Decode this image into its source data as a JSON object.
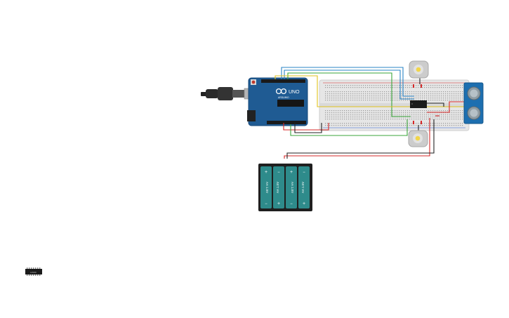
{
  "workspace": {
    "arduino": {
      "logo": "UNO",
      "brand": "ARDUINO"
    },
    "battery_pack": {
      "cell_labels": [
        "AA 1.5V",
        "AA 1.5V",
        "AA 1.5V",
        "AA 1.5V"
      ],
      "plus_sign": "+",
      "minus_sign": "−"
    },
    "ic_chip": {
      "label": "L293D"
    }
  },
  "colors": {
    "board_blue": "#1f5b93",
    "breadboard": "#e6e6e6",
    "wire_red": "#d62828",
    "wire_black": "#222222",
    "wire_green": "#3aa53a",
    "wire_blue": "#2a84c6",
    "wire_yellow": "#e0c21c",
    "battery_teal": "#2e8b8b",
    "sensor_blue": "#1d6fb0",
    "motor_gray": "#cccccc",
    "motor_hub": "#f1d54a"
  },
  "icons": [
    "usb-cable-icon",
    "dc-motor-icon",
    "ultrasonic-sensor-icon",
    "battery-icon",
    "ic-chip-icon"
  ]
}
